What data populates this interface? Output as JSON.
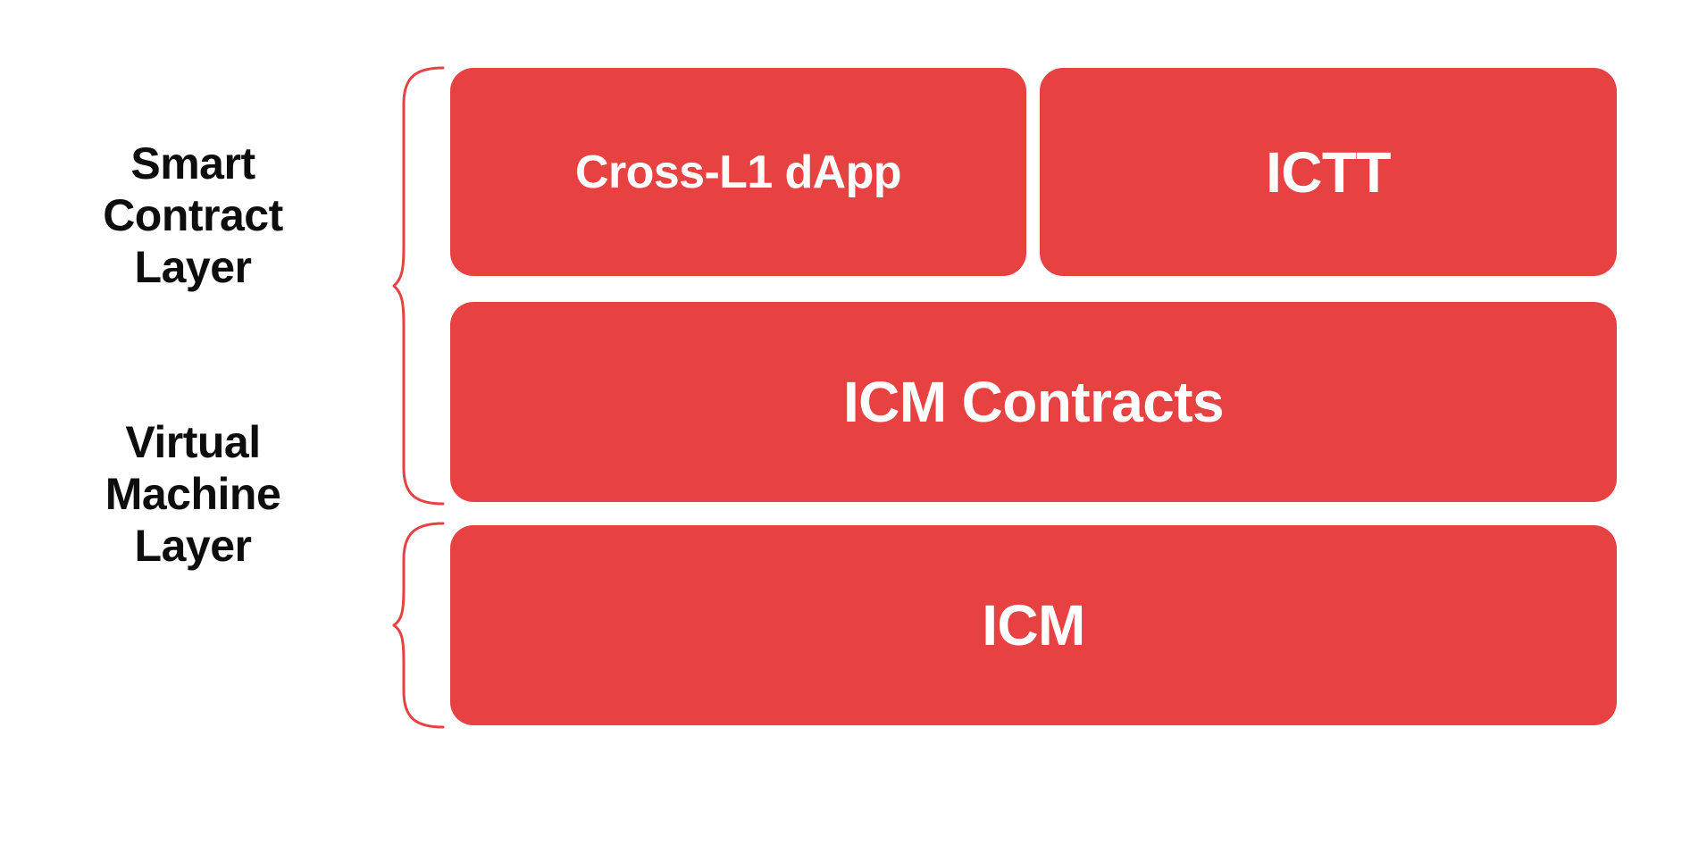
{
  "diagram": {
    "title": "Smart Contract and Virtual Machine Layer stack",
    "background_color": "#FFFFFF",
    "accent_color": "#E84142",
    "text_on_accent_color": "#FFFFFF",
    "label_color": "#0D0D0D"
  },
  "groups": [
    {
      "id": "smart-contract-layer",
      "label": "Smart\nContract\nLayer",
      "brace_icon": "curly-brace-right-icon"
    },
    {
      "id": "virtual-machine-layer",
      "label": "Virtual\nMachine\nLayer",
      "brace_icon": "curly-brace-right-icon"
    }
  ],
  "boxes": {
    "cross_l1_dapp": "Cross-L1 dApp",
    "ictt": "ICTT",
    "icm_contracts": "ICM Contracts",
    "icm": "ICM"
  }
}
